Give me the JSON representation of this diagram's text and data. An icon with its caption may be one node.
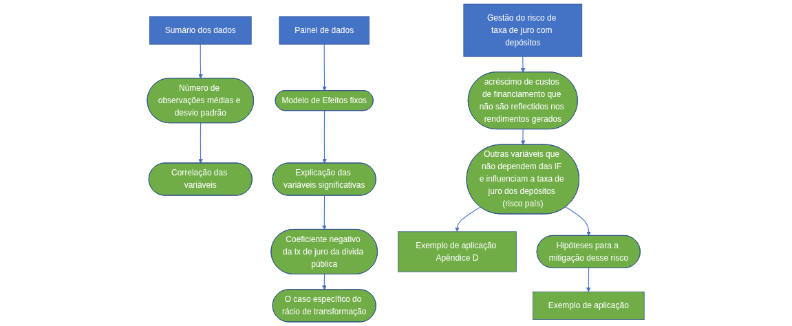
{
  "diagram": {
    "nodes": [
      {
        "text": [
          "Sumário dos dados"
        ]
      },
      {
        "text": [
          "Número de observações médias e desvio padrão"
        ]
      },
      {
        "text": [
          "Correlação das variáveis"
        ]
      },
      {
        "text": [
          "Painel de dados"
        ]
      },
      {
        "text": [
          "Modelo de Efeitos fixos"
        ]
      },
      {
        "text": [
          "Explicação das variáveis significativas"
        ]
      },
      {
        "text": [
          "Coeficiente negativo da tx de juro da divida pública"
        ]
      },
      {
        "text": [
          "O caso específico do rácio de transformação"
        ]
      },
      {
        "text": [
          "Gestão do risco de taxa de juro com depósitos"
        ]
      },
      {
        "text": [
          "acréscimo de custos de financiamento que não são reflectidos nos rendimentos gerados"
        ]
      },
      {
        "text": [
          "Outras variáveis que não dependem das IF e influenciam a taxa de juro dos depósitos (risco país)"
        ]
      },
      {
        "text": [
          "Exemplo de aplicação Apêndice D"
        ]
      },
      {
        "text": [
          "Hipóteses para a mitigação desse risco"
        ]
      },
      {
        "text": [
          "Exemplo de aplicação"
        ]
      }
    ],
    "edges": [
      {
        "from": 0,
        "to": 1,
        "arrow": "to"
      },
      {
        "from": 1,
        "to": 2,
        "arrow": "to"
      },
      {
        "from": 3,
        "to": 4,
        "arrow": "to"
      },
      {
        "from": 4,
        "to": 5,
        "arrow": "to"
      },
      {
        "from": 5,
        "to": 6,
        "arrow": "to"
      },
      {
        "from": 6,
        "to": 7,
        "arrow": "to"
      },
      {
        "from": 8,
        "to": 9,
        "arrow": "to"
      },
      {
        "from": 9,
        "to": 10,
        "arrow": "to"
      },
      {
        "from": 10,
        "to": 11,
        "arrow": "to"
      },
      {
        "from": 10,
        "to": 12,
        "arrow": "to"
      },
      {
        "from": 12,
        "to": 13,
        "arrow": "to"
      }
    ]
  }
}
